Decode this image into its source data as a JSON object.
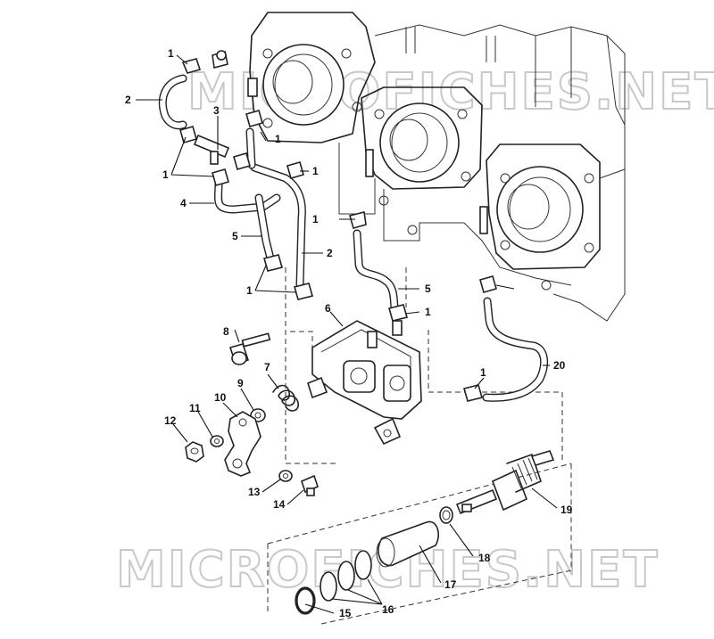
{
  "watermark": {
    "top": "MICROFICHES.NET",
    "bottom": "MICROFICHES.NET"
  },
  "callouts": [
    {
      "id": "c1a",
      "text": "1"
    },
    {
      "id": "c2a",
      "text": "2"
    },
    {
      "id": "c3",
      "text": "3"
    },
    {
      "id": "c1b",
      "text": "1"
    },
    {
      "id": "c1c",
      "text": "1"
    },
    {
      "id": "c4",
      "text": "4"
    },
    {
      "id": "c1d",
      "text": "1"
    },
    {
      "id": "c5a",
      "text": "5"
    },
    {
      "id": "c2b",
      "text": "2"
    },
    {
      "id": "c1e",
      "text": "1"
    },
    {
      "id": "c5b",
      "text": "5"
    },
    {
      "id": "c1f",
      "text": "1"
    },
    {
      "id": "c1g",
      "text": "1"
    },
    {
      "id": "c6",
      "text": "6"
    },
    {
      "id": "c8",
      "text": "8"
    },
    {
      "id": "c7",
      "text": "7"
    },
    {
      "id": "c20",
      "text": "20"
    },
    {
      "id": "c9",
      "text": "9"
    },
    {
      "id": "c10",
      "text": "10"
    },
    {
      "id": "c11",
      "text": "11"
    },
    {
      "id": "c12",
      "text": "12"
    },
    {
      "id": "c1h",
      "text": "1"
    },
    {
      "id": "c13",
      "text": "13"
    },
    {
      "id": "c14",
      "text": "14"
    },
    {
      "id": "c19",
      "text": "19"
    },
    {
      "id": "c18",
      "text": "18"
    },
    {
      "id": "c17",
      "text": "17"
    },
    {
      "id": "c16",
      "text": "16"
    },
    {
      "id": "c15",
      "text": "15"
    }
  ]
}
